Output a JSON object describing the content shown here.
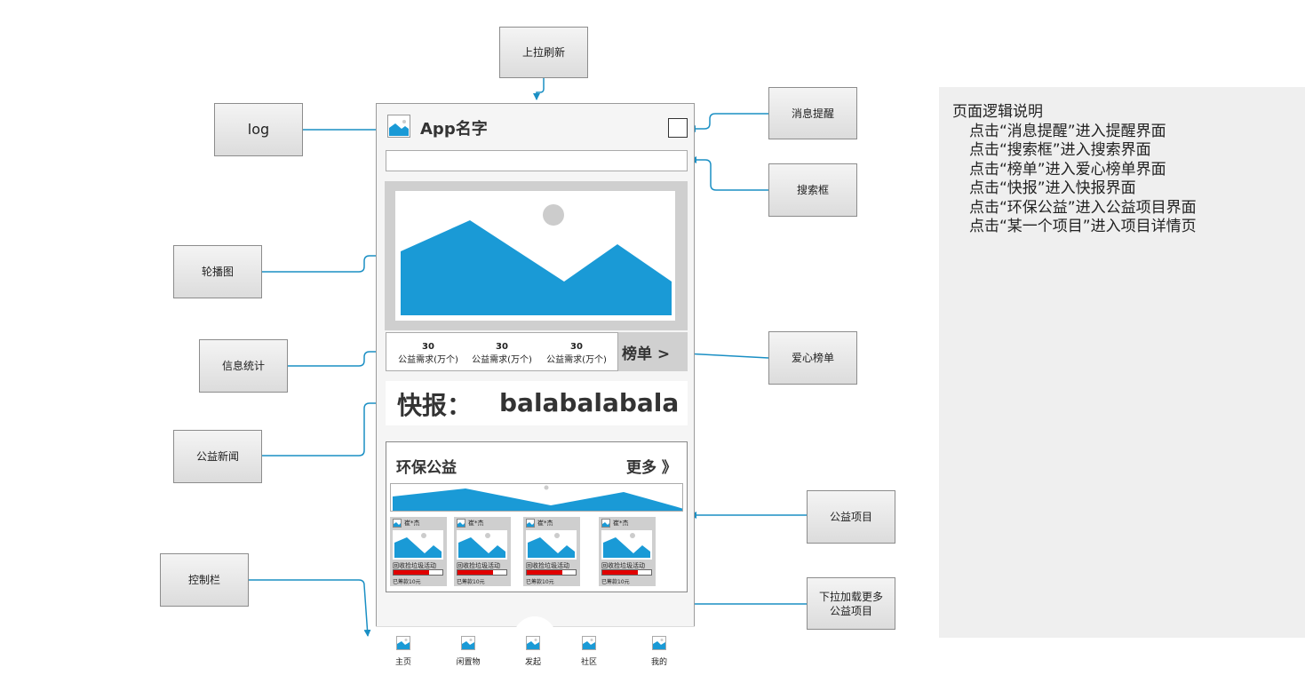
{
  "callouts": {
    "pull_refresh": "上拉刷新",
    "log": "log",
    "message_alert": "消息提醒",
    "search_box": "搜索框",
    "carousel": "轮播图",
    "info_stats": "信息统计",
    "love_rank": "爱心榜单",
    "charity_news": "公益新闻",
    "charity_projects": "公益项目",
    "control_bar": "控制栏",
    "load_more": "下拉加载更多公益项目"
  },
  "phone": {
    "app_title": "App名字",
    "stats": [
      {
        "number": "30",
        "label": "公益需求(万个)"
      },
      {
        "number": "30",
        "label": "公益需求(万个)"
      },
      {
        "number": "30",
        "label": "公益需求(万个)"
      }
    ],
    "rank_button": "榜单 >",
    "news_label": "快报：",
    "news_text": "balabalabala",
    "projects_title": "环保公益",
    "projects_more": "更多 》",
    "cards": [
      {
        "head": "崔*杰",
        "name": "回收捡垃圾活动",
        "raised": "已筹款10元",
        "progress": 0.72
      },
      {
        "head": "崔*杰",
        "name": "回收捡垃圾活动",
        "raised": "已筹款10元",
        "progress": 0.72
      },
      {
        "head": "崔*杰",
        "name": "回收捡垃圾活动",
        "raised": "已筹款10元",
        "progress": 0.72
      },
      {
        "head": "崔*杰",
        "name": "回收捡垃圾活动",
        "raised": "已筹款10元",
        "progress": 0.72
      }
    ],
    "tabs": [
      "主页",
      "闲置物",
      "发起",
      "社区",
      "我的"
    ]
  },
  "description": {
    "title": "页面逻辑说明",
    "lines": [
      "点击“消息提醒”进入提醒界面",
      "点击“搜索框”进入搜索界面",
      "点击“榜单”进入爱心榜单界面",
      "点击“快报”进入快报界面",
      "点击“环保公益”进入公益项目界面",
      "点击“某一个项目”进入项目详情页"
    ]
  },
  "colors": {
    "accent_blue": "#1a9ad6",
    "connector": "#1a8fc4",
    "progress_red": "#e00000"
  }
}
